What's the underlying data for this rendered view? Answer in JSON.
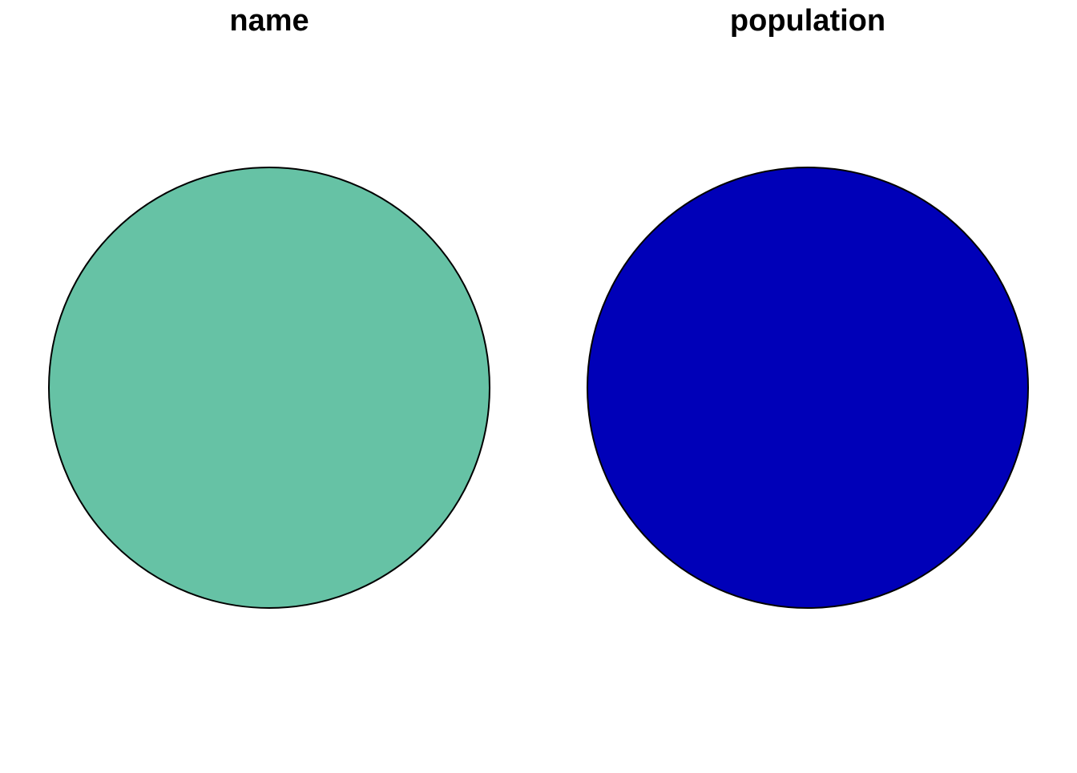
{
  "chart_data": [
    {
      "type": "pie",
      "title": "name",
      "slices": [
        {
          "value": 1,
          "color": "#66c2a5"
        }
      ]
    },
    {
      "type": "pie",
      "title": "population",
      "slices": [
        {
          "value": 1,
          "color": "#0000b8"
        }
      ]
    }
  ]
}
